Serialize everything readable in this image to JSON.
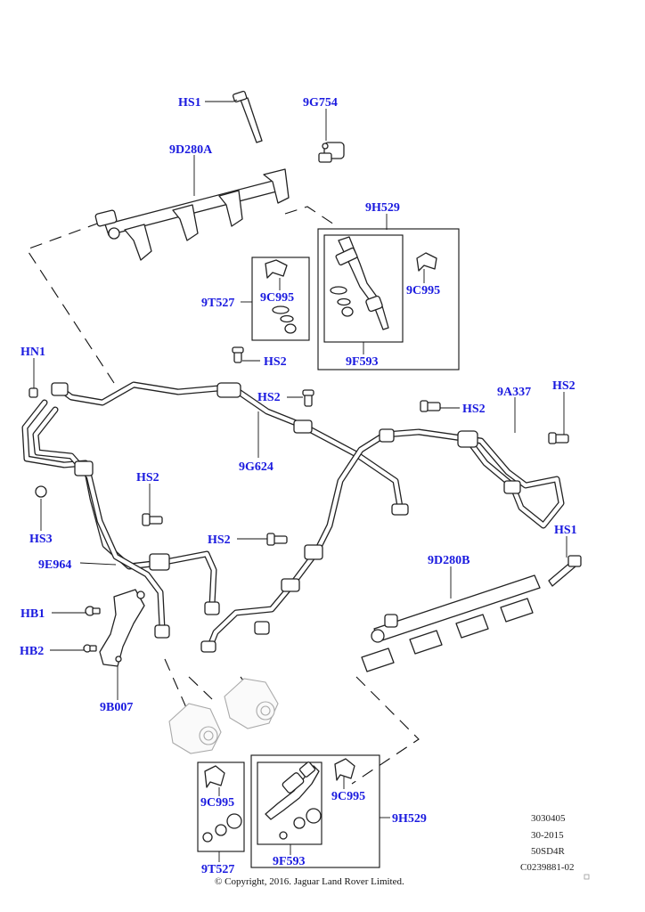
{
  "labels": {
    "hs1_top": "HS1",
    "g754": "9G754",
    "d280a": "9D280A",
    "h529_top": "9H529",
    "t527_top": "9T527",
    "c995_top_left": "9C995",
    "c995_top_right": "9C995",
    "f593_top": "9F593",
    "hn1": "HN1",
    "hs2_a": "HS2",
    "hs2_b": "HS2",
    "hs2_c": "HS2",
    "hs2_d": "HS2",
    "hs2_e": "HS2",
    "hs2_f": "HS2",
    "a337": "9A337",
    "g624": "9G624",
    "hs3": "HS3",
    "e964": "9E964",
    "hs1_right": "HS1",
    "d280b": "9D280B",
    "hb1": "HB1",
    "hb2": "HB2",
    "b007": "9B007",
    "c995_bottom_left": "9C995",
    "c995_bottom_right": "9C995",
    "h529_bottom": "9H529",
    "t527_bottom": "9T527",
    "f593_bottom": "9F593"
  },
  "meta": {
    "line1": "3030405",
    "line2": "30-2015",
    "line3": "50SD4R",
    "line4": "C0239881-02"
  },
  "copyright": "© Copyright, 2016. Jaguar Land Rover Limited.",
  "colors": {
    "label": "#1a1adf",
    "line": "#222222",
    "background": "#ffffff"
  }
}
